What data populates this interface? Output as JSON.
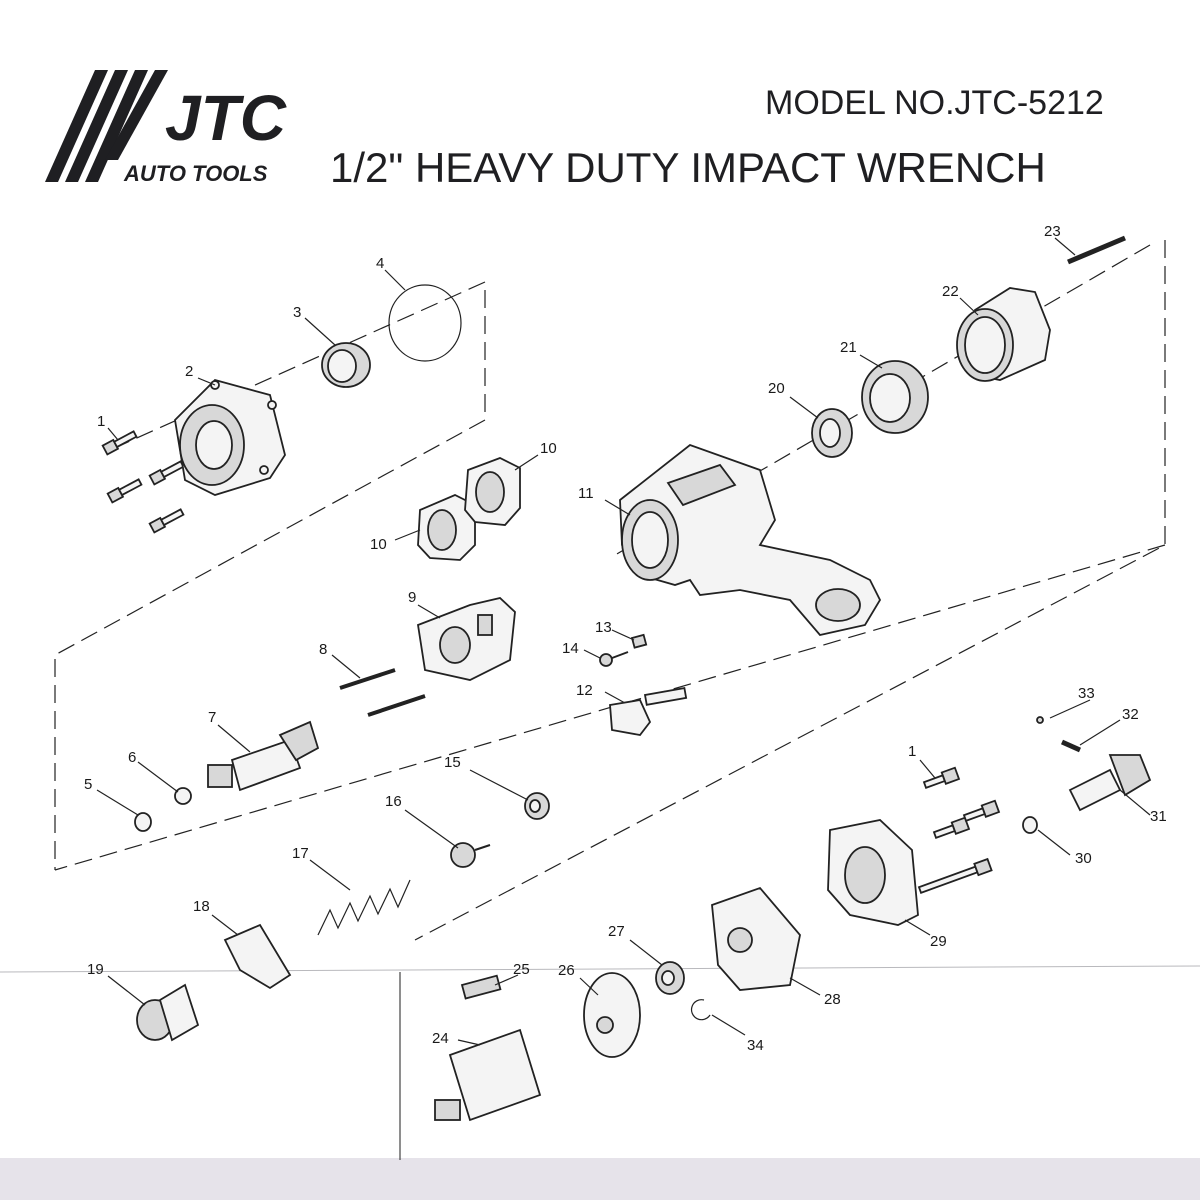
{
  "brand": {
    "logo_text": "JTC",
    "tagline": "AUTO TOOLS"
  },
  "header": {
    "model": "MODEL NO.JTC-5212",
    "title": "1/2\" HEAVY DUTY  IMPACT WRENCH"
  },
  "callouts": [
    {
      "id": "c1a",
      "text": "1"
    },
    {
      "id": "c2",
      "text": "2"
    },
    {
      "id": "c3",
      "text": "3"
    },
    {
      "id": "c4",
      "text": "4"
    },
    {
      "id": "c5",
      "text": "5"
    },
    {
      "id": "c6",
      "text": "6"
    },
    {
      "id": "c7",
      "text": "7"
    },
    {
      "id": "c8",
      "text": "8"
    },
    {
      "id": "c9",
      "text": "9"
    },
    {
      "id": "c10a",
      "text": "10"
    },
    {
      "id": "c10b",
      "text": "10"
    },
    {
      "id": "c11",
      "text": "11"
    },
    {
      "id": "c12",
      "text": "12"
    },
    {
      "id": "c13",
      "text": "13"
    },
    {
      "id": "c14",
      "text": "14"
    },
    {
      "id": "c15",
      "text": "15"
    },
    {
      "id": "c16",
      "text": "16"
    },
    {
      "id": "c17",
      "text": "17"
    },
    {
      "id": "c18",
      "text": "18"
    },
    {
      "id": "c19",
      "text": "19"
    },
    {
      "id": "c20",
      "text": "20"
    },
    {
      "id": "c21",
      "text": "21"
    },
    {
      "id": "c22",
      "text": "22"
    },
    {
      "id": "c23",
      "text": "23"
    },
    {
      "id": "c24",
      "text": "24"
    },
    {
      "id": "c25",
      "text": "25"
    },
    {
      "id": "c26",
      "text": "26"
    },
    {
      "id": "c27",
      "text": "27"
    },
    {
      "id": "c28",
      "text": "28"
    },
    {
      "id": "c29",
      "text": "29"
    },
    {
      "id": "c30",
      "text": "30"
    },
    {
      "id": "c31",
      "text": "31"
    },
    {
      "id": "c32",
      "text": "32"
    },
    {
      "id": "c33",
      "text": "33"
    },
    {
      "id": "c34",
      "text": "34"
    },
    {
      "id": "c1b",
      "text": "1"
    }
  ],
  "colors": {
    "ink": "#1f1f22",
    "paper": "#ffffff",
    "margin": "#e6e3ea"
  }
}
